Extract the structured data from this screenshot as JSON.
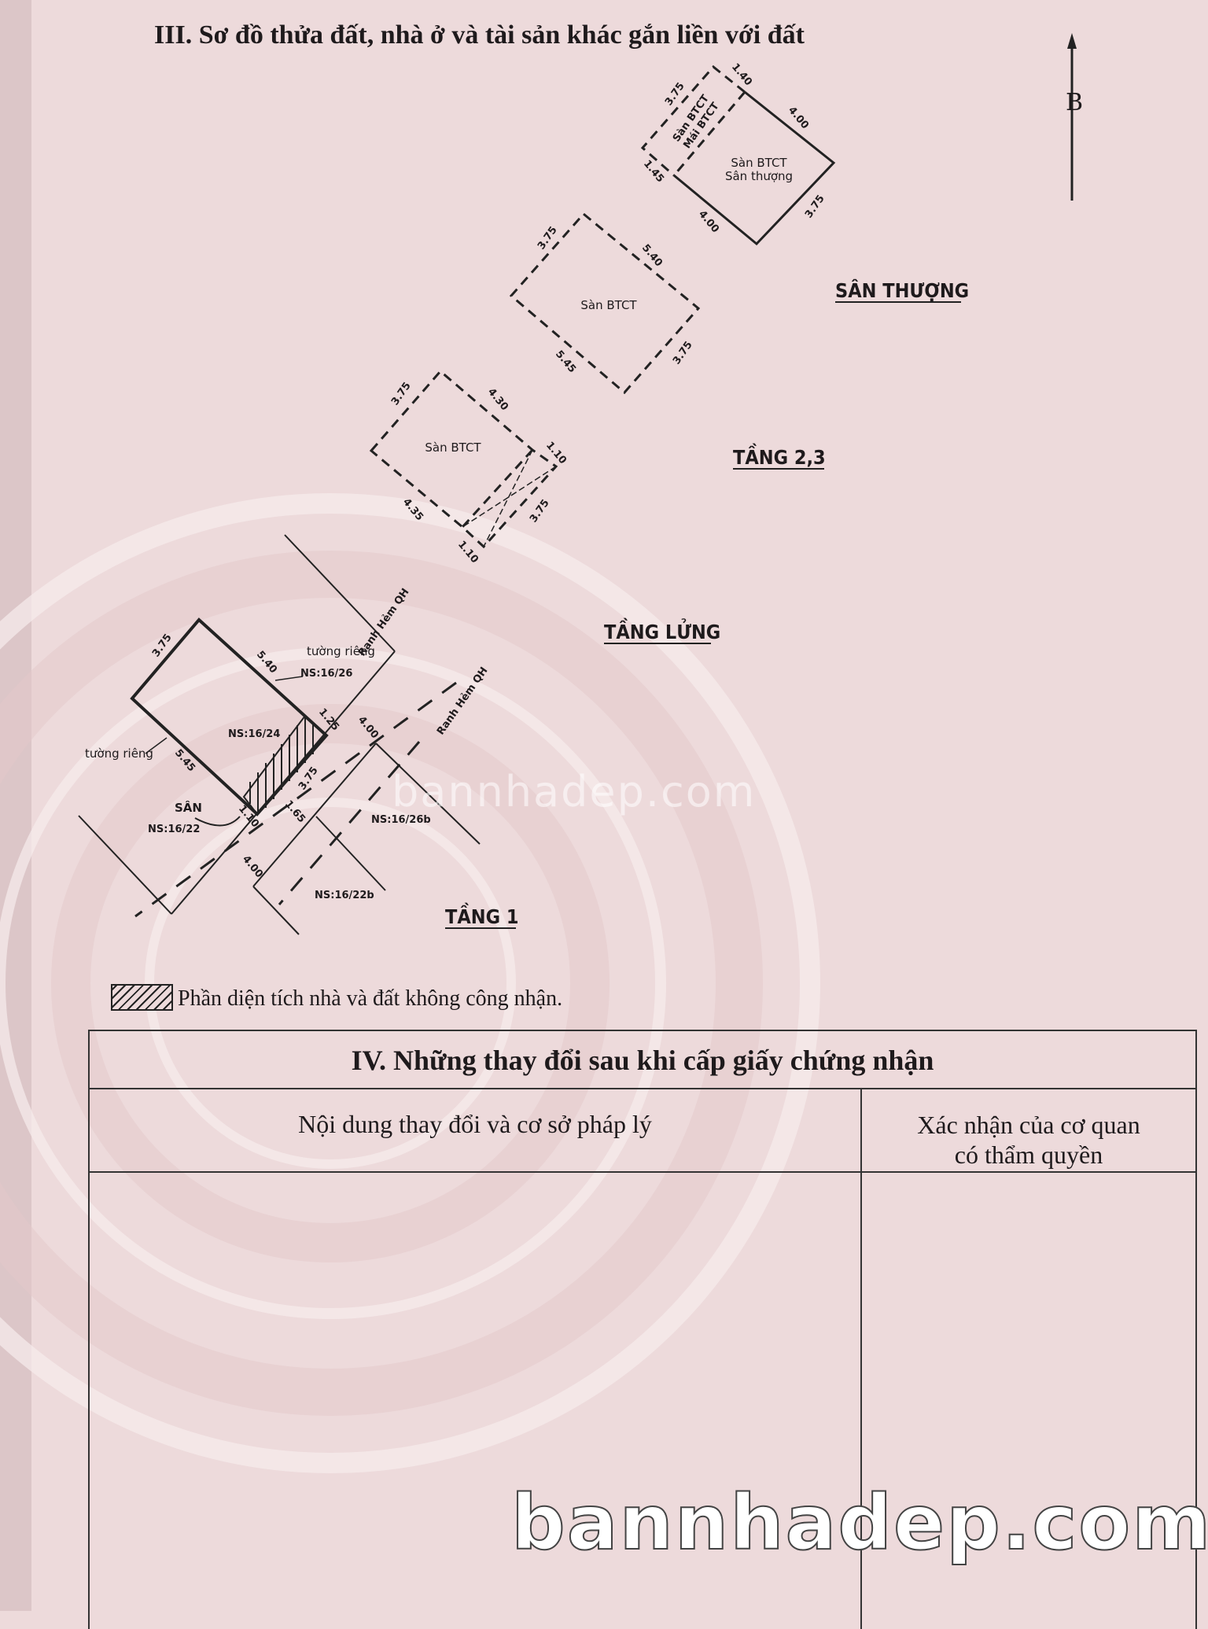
{
  "section_iii": {
    "title": "III. Sơ đồ thửa đất, nhà ở và tài sản khác gắn liền với đất"
  },
  "north_arrow": {
    "label": "B"
  },
  "san_thuong": {
    "floor_label": "SÂN THƯỢNG",
    "room_label_1": "Sàn BTCT",
    "room_label_2": "Sân thượng",
    "side_label_1": "Sàn BTCT",
    "side_label_2": "Mái BTCT",
    "dims": [
      "1.40",
      "4.00",
      "3.75",
      "1.45",
      "4.00",
      "3.75"
    ]
  },
  "tang_23": {
    "floor_label": "TẦNG 2,3",
    "room_label": "Sàn BTCT",
    "dims": [
      "3.75",
      "5.40",
      "5.45",
      "3.75"
    ]
  },
  "tang_lung": {
    "floor_label": "TẦNG LỬNG",
    "room_label": "Sàn BTCT",
    "dims": [
      "3.75",
      "4.30",
      "1.10",
      "4.35",
      "3.75",
      "1.10"
    ]
  },
  "tang_1": {
    "floor_label": "TẦNG 1",
    "labels": {
      "wall_1": "tường riêng",
      "wall_2": "tường riêng",
      "ns_main": "NS:16/24",
      "ns_26": "NS:16/26",
      "ns_22": "NS:16/22",
      "ns_26b": "NS:16/26b",
      "ns_22b": "NS:16/22b",
      "san": "SÂN",
      "ranh_1": "Ranh Hẻm QH",
      "ranh_2": "Ranh Hẻm QH"
    },
    "dims": [
      "3.75",
      "5.40",
      "1.25",
      "4.00",
      "5.45",
      "3.75",
      "1.10",
      "1.65",
      "4.00"
    ]
  },
  "legend": {
    "text": "Phần diện tích nhà và đất không công nhận."
  },
  "section_iv": {
    "title": "IV. Những thay đổi sau khi cấp giấy chứng nhận",
    "col_1": "Nội dung thay đổi và cơ sở pháp lý",
    "col_2_line_1": "Xác nhận của cơ quan",
    "col_2_line_2": "có thẩm quyền"
  },
  "watermark": {
    "text_mid": "bannhadep.com",
    "text_big": "bannhadep.com"
  },
  "colors": {
    "paper": "#eddadb",
    "ink": "#1e1a1c"
  }
}
